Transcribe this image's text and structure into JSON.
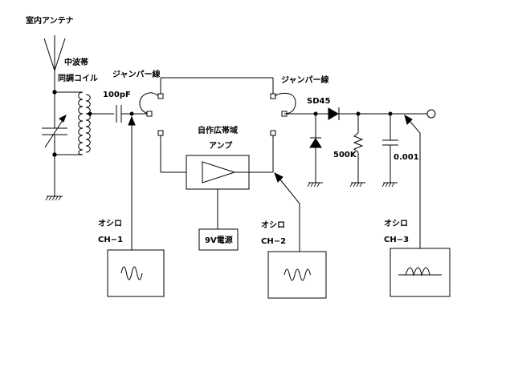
{
  "labels": {
    "antenna": "室内アンテナ",
    "mw_band": "中波帯",
    "tuning_coil": "同調コイル",
    "cap_100pf": "100pF",
    "jumper_left": "ジャンパー線",
    "jumper_right": "ジャンパー線",
    "amp_line1": "自作広帯域",
    "amp_line2": "アンプ",
    "power": "9V電源",
    "diode": "SD45",
    "res_500k": "500K",
    "cap_0001": "0.001",
    "scope1_line1": "オシロ",
    "scope1_line2": "CH−1",
    "scope2_line1": "オシロ",
    "scope2_line2": "CH−2",
    "scope3_line1": "オシロ",
    "scope3_line2": "CH−3"
  }
}
